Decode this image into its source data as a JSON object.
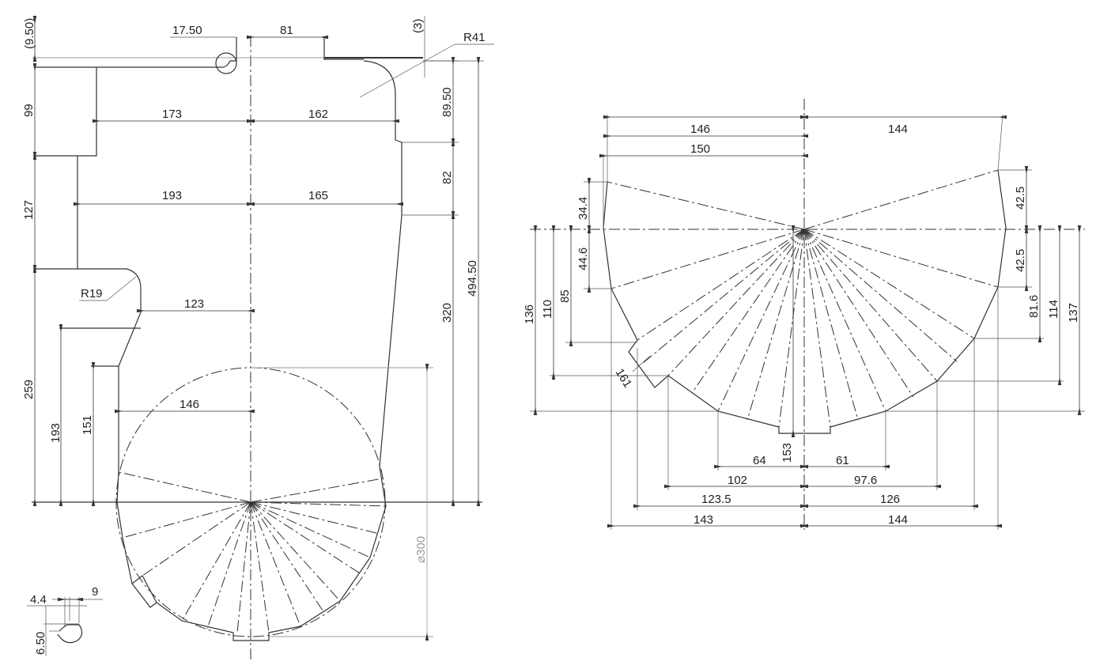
{
  "left_view": {
    "dims": {
      "top_gap": "(9.50)",
      "hook_offset": "17.50",
      "notch_width": "81",
      "thickness": "(3)",
      "fillet_radius": "R41",
      "h99": "99",
      "w173": "173",
      "w162": "162",
      "h89_50": "89.50",
      "h127": "127",
      "w193": "193",
      "w165": "165",
      "h82": "82",
      "total_height": "494.50",
      "small_radius": "R19",
      "w123": "123",
      "h320": "320",
      "h259": "259",
      "h193": "193",
      "h151": "151",
      "w146": "146",
      "diameter": "⌀300"
    },
    "detail": {
      "w4_4": "4.4",
      "w9": "9",
      "h6_50": "6.50"
    }
  },
  "right_view": {
    "dims": {
      "top_left": "146",
      "top_right": "144",
      "left150": "150",
      "v34_4": "34.4",
      "v44_6": "44.6",
      "v85": "85",
      "v110": "110",
      "v136": "136",
      "tab161": "161",
      "v42_5_top": "42.5",
      "v42_5_bottom": "42.5",
      "v81_6": "81.6",
      "v114": "114",
      "v137": "137",
      "v153": "153",
      "b64": "64",
      "b61": "61",
      "b102": "102",
      "b97_6": "97.6",
      "b123_5": "123.5",
      "b126": "126",
      "b143": "143",
      "b144": "144"
    }
  }
}
